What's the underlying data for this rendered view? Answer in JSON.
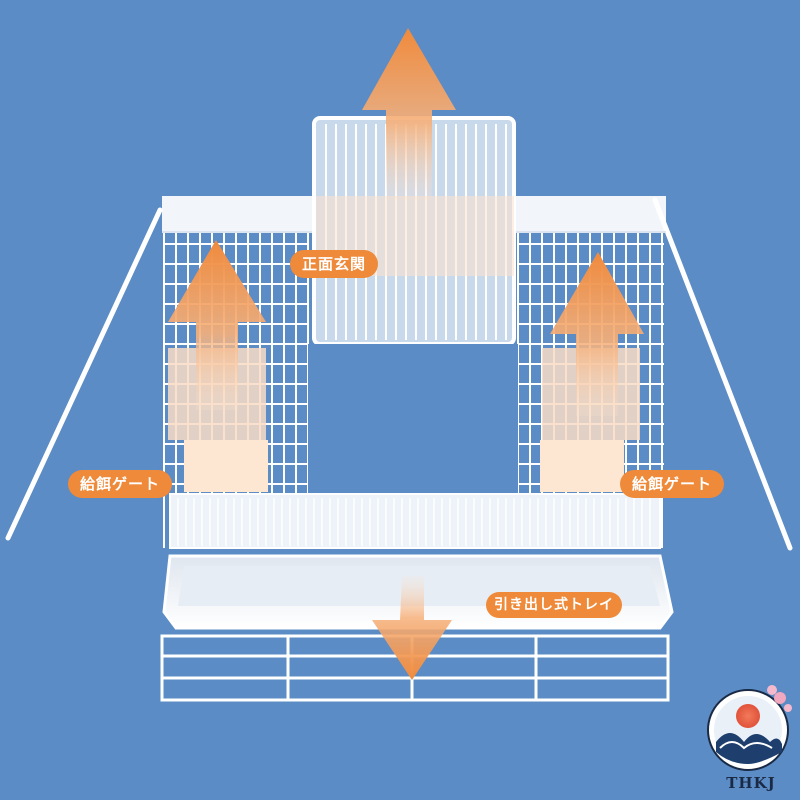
{
  "labels": {
    "front_door": "正面玄関",
    "feed_gate_left": "給餌ゲート",
    "feed_gate_right": "給餌ゲート",
    "pull_out_tray": "引き出し式トレイ"
  },
  "logo": {
    "text": "THKJ"
  },
  "colors": {
    "background": "#5b8cc6",
    "arrow": "#f08a3c",
    "wire": "#ffffff",
    "tray": "#f3f6fb",
    "label_bg": "#ee8a3a"
  }
}
